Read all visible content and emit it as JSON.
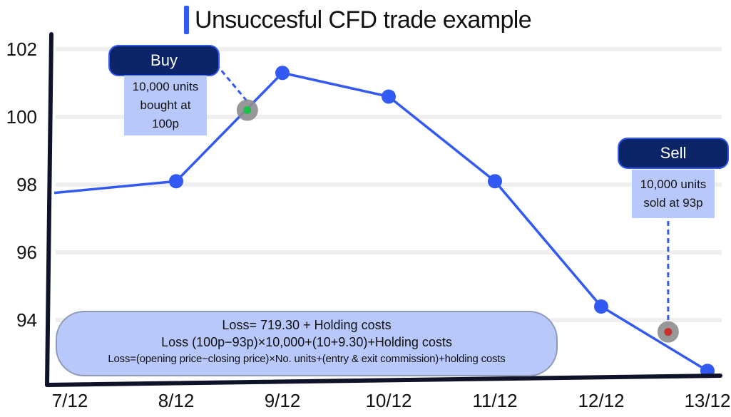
{
  "chart_data": {
    "type": "line",
    "title": "Unsuccesful CFD trade example",
    "categories": [
      "7/12",
      "8/12",
      "9/12",
      "10/12",
      "11/12",
      "12/12",
      "13/12"
    ],
    "yticks": [
      "102",
      "100",
      "98",
      "96",
      "94"
    ],
    "ylim": [
      92,
      102.2
    ],
    "xlabel": "",
    "ylabel": "",
    "grid": true,
    "series": [
      {
        "x": [
          0,
          1,
          2,
          3,
          4,
          5,
          6
        ],
        "values": [
          97.8,
          98.1,
          101.3,
          100.6,
          98.1,
          94.4,
          92.5
        ]
      }
    ],
    "markers": [
      {
        "x": 1.67,
        "y": 100.2,
        "color": "#1fbf4a",
        "label": "Buy"
      },
      {
        "x": 5.63,
        "y": 93.65,
        "color": "#c8312b",
        "label": "Sell"
      }
    ],
    "colors": {
      "line": "#3259f2",
      "grid": "#efefef",
      "axis": "#0f1228",
      "buy": "#1fbf4a",
      "sell": "#c8312b"
    }
  },
  "annotations": {
    "buy_label": "Buy",
    "buy_note": [
      "10,000 units",
      "bought at",
      "100p"
    ],
    "sell_label": "Sell",
    "sell_note": [
      "10,000 units",
      "sold at 93p"
    ],
    "formula_line1": "Loss= 719.30 + Holding  costs",
    "formula_line2": "Loss (100p−93p)×10,000+(10+9.30)+Holding costs",
    "formula_line3": "Loss=(opening price−closing price)×No. units+(entry & exit commission)+holding costs"
  }
}
